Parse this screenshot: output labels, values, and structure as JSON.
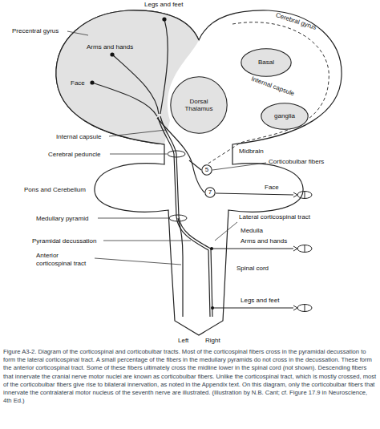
{
  "diagram": {
    "caption": "Figure A3-2. Diagram of the corticospinal and corticobulbar tracts. Most of the corticospinal fibers cross in the pyramidal decussation to form the lateral corticospinal tract. A small percentage of the fibers in the medullary pyramids do not cross in the decussation. These form the anterior corticospinal tract. Some of these fibers ultimately cross the midline lower in the spinal cord (not shown). Descending fibers that innervate the cranial nerve motor nuclei are known as corticobulbar fibers. Unlike the corticospinal tract, which is mostly crossed, most of the corticobulbar fibers give rise to bilateral innervation, as noted in the Appendix text. On this diagram, only the corticobulbar fibers that innervate the contralateral motor nucleus of the seventh nerve are illustrated. (Illustration by N.B. Cant; cf. Figure 17.9 in Neuroscience, 4th Ed.)",
    "nodes": [
      {
        "text": [
          "Basal"
        ]
      },
      {
        "text": [
          "ganglia"
        ]
      },
      {
        "text": [
          "Dorsal Thalamus"
        ]
      },
      {
        "text": [
          "5"
        ]
      },
      {
        "text": [
          "7"
        ]
      }
    ],
    "labels": [
      "Legs and feet",
      "Precentral gyrus",
      "Cerebral gyrus",
      "Arms and hands",
      "Face",
      "Internal capsule",
      "Internal capsule",
      "Cerebral peduncle",
      "Midbrain",
      "Corticobulbar fibers",
      "Pons and Cerebellum",
      "Face",
      "Medullary pyramid",
      "Lateral corticospinal tract",
      "Medulla",
      "Pyramidal decussation",
      "Arms and hands",
      "Anterior corticospinal tract",
      "Spinal cord",
      "Legs and feet",
      "Left",
      "Right"
    ]
  }
}
